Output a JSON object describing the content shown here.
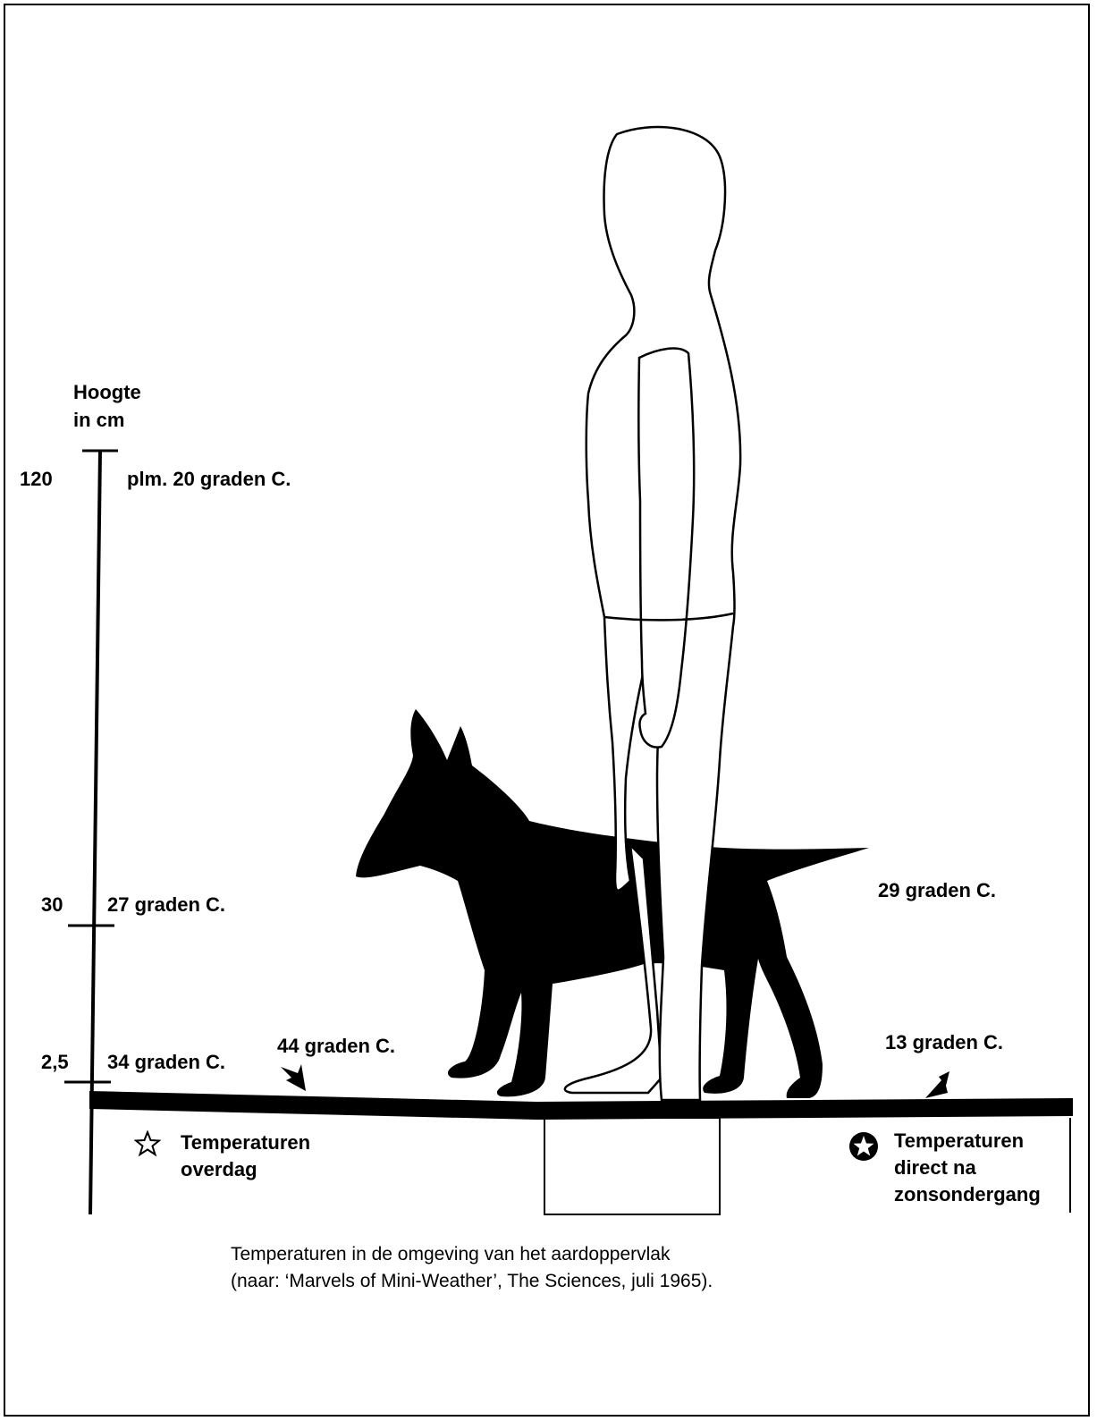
{
  "axis": {
    "title_line1": "Hoogte",
    "title_line2": "in cm",
    "ticks": [
      "120",
      "30",
      "2,5"
    ]
  },
  "labels": {
    "t120": "plm. 20 graden C.",
    "t30": "27 graden C.",
    "t25": "34 graden C.",
    "ground_day": "44 graden C.",
    "dog_right": "29 graden C.",
    "ground_night": "13 graden C."
  },
  "legend": {
    "day_line1": "Temperaturen",
    "day_line2": "overdag",
    "night_line1": "Temperaturen",
    "night_line2": "direct na",
    "night_line3": "zonsondergang"
  },
  "caption": {
    "line1": "Temperaturen in de omgeving van het aardoppervlak",
    "line2": "(naar: ‘Marvels of Mini-Weather’, The Sciences, juli 1965)."
  },
  "icons": {
    "day": "outline-star-icon",
    "night": "filled-circle-star-icon"
  }
}
